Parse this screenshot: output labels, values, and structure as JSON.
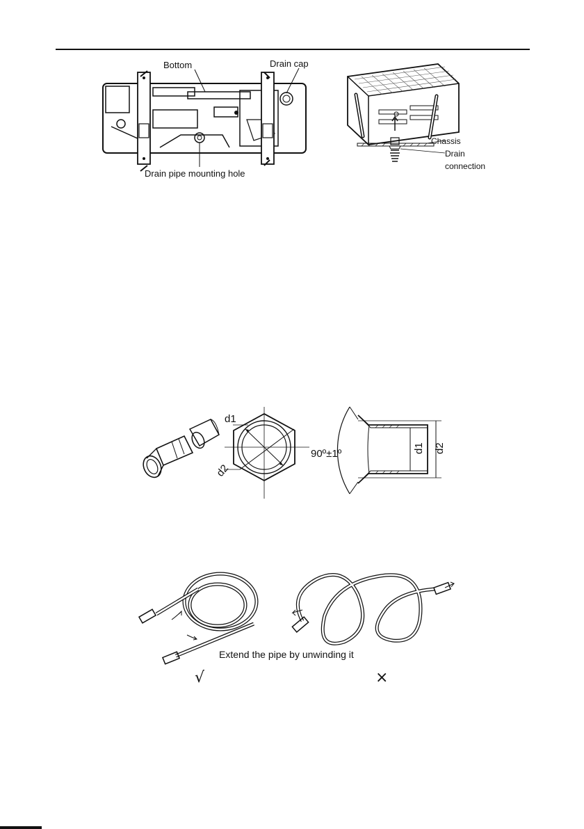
{
  "figure_top_left": {
    "bottom_label": "Bottom",
    "drain_cap_label": "Drain cap",
    "drain_hole_label": "Drain pipe mounting hole"
  },
  "figure_top_right": {
    "chassis_label": "Chassis",
    "drain_connection_label_line1": "Drain",
    "drain_connection_label_line2": "connection"
  },
  "figure_flare": {
    "d1_label": "d1",
    "d2_label": "d2",
    "angle_label": "90º±1º",
    "d1_right_label": "d1",
    "d2_right_label": "d2"
  },
  "figure_pipe": {
    "caption": "Extend the pipe by unwinding it",
    "correct_mark": "√",
    "wrong_mark": "×"
  }
}
